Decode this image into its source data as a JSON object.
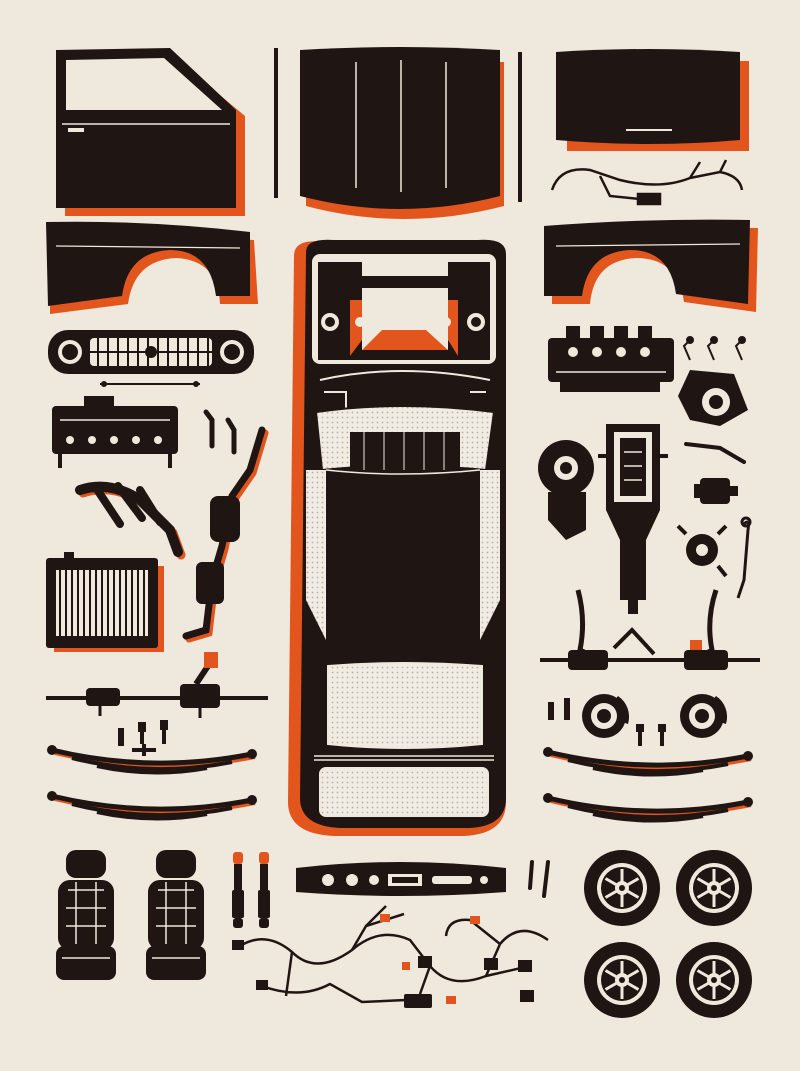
{
  "poster": {
    "background_color": "#efe8dc",
    "ink_color": "#1f1613",
    "accent_color": "#e2561e",
    "highlight_color": "#f1ece3",
    "parts": [
      {
        "name": "front-door",
        "icon": "car-door-icon"
      },
      {
        "name": "door-trim-strips",
        "icon": "trim-strip-icon"
      },
      {
        "name": "hood",
        "icon": "hood-icon"
      },
      {
        "name": "trunk-lid",
        "icon": "trunk-lid-icon"
      },
      {
        "name": "wiring-loom-small",
        "icon": "wiring-harness-icon"
      },
      {
        "name": "left-fender",
        "icon": "fender-icon"
      },
      {
        "name": "right-fender",
        "icon": "fender-icon"
      },
      {
        "name": "car-body-shell",
        "icon": "car-body-icon"
      },
      {
        "name": "front-grille",
        "icon": "grille-icon"
      },
      {
        "name": "cylinder-head",
        "icon": "cylinder-head-icon"
      },
      {
        "name": "exhaust-manifold",
        "icon": "exhaust-manifold-icon"
      },
      {
        "name": "exhaust-pipe",
        "icon": "exhaust-pipe-icon"
      },
      {
        "name": "radiator",
        "icon": "radiator-icon"
      },
      {
        "name": "steering-rack-left",
        "icon": "steering-rack-icon"
      },
      {
        "name": "leaf-springs-left",
        "icon": "leaf-spring-icon"
      },
      {
        "name": "intake-manifold",
        "icon": "intake-manifold-icon"
      },
      {
        "name": "hub-knuckle",
        "icon": "hub-icon"
      },
      {
        "name": "transmission",
        "icon": "gearbox-icon"
      },
      {
        "name": "alternator",
        "icon": "alternator-icon"
      },
      {
        "name": "suspension-assembly",
        "icon": "suspension-icon"
      },
      {
        "name": "brake-discs",
        "icon": "brake-disc-icon"
      },
      {
        "name": "leaf-springs-right",
        "icon": "leaf-spring-icon"
      },
      {
        "name": "seats",
        "icon": "seat-icon"
      },
      {
        "name": "shock-absorbers",
        "icon": "shock-absorber-icon"
      },
      {
        "name": "dashboard",
        "icon": "dashboard-icon"
      },
      {
        "name": "main-wiring-harness",
        "icon": "wiring-harness-icon"
      },
      {
        "name": "wheels",
        "icon": "wheel-icon"
      }
    ]
  }
}
